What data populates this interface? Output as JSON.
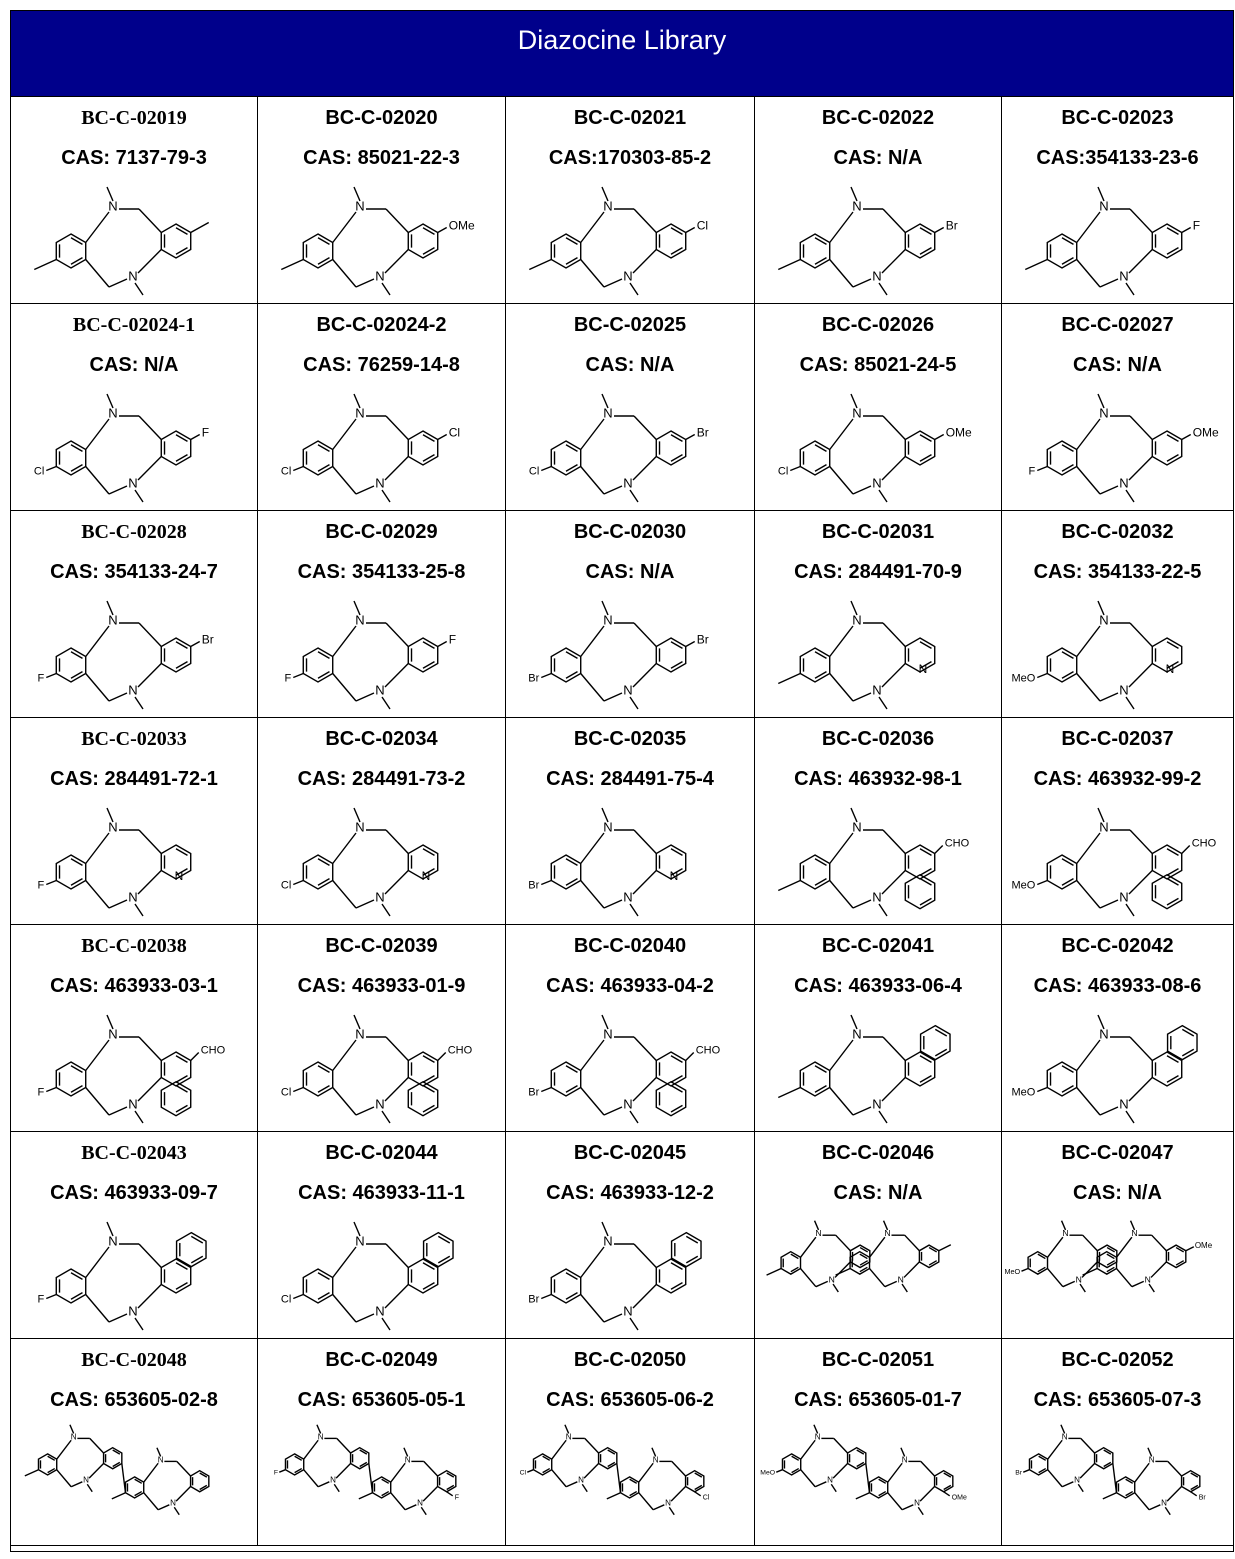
{
  "header": {
    "title": "Diazocine Library"
  },
  "compounds": [
    {
      "code": "BC-C-02019",
      "cas": "CAS: 7137-79-3",
      "left_sub": "",
      "right_sub": "",
      "fused": "benzo",
      "serif": true
    },
    {
      "code": "BC-C-02020",
      "cas": "CAS: 85021-22-3",
      "left_sub": "",
      "right_sub": "OMe",
      "fused": "benzo"
    },
    {
      "code": "BC-C-02021",
      "cas": "CAS:170303-85-2",
      "left_sub": "",
      "right_sub": "Cl",
      "fused": "benzo"
    },
    {
      "code": "BC-C-02022",
      "cas": "CAS: N/A",
      "left_sub": "",
      "right_sub": "Br",
      "fused": "benzo"
    },
    {
      "code": "BC-C-02023",
      "cas": "CAS:354133-23-6",
      "left_sub": "",
      "right_sub": "F",
      "fused": "benzo"
    },
    {
      "code": "BC-C-02024-1",
      "cas": "CAS: N/A",
      "left_sub": "Cl",
      "right_sub": "F",
      "fused": "benzo",
      "serif": true
    },
    {
      "code": "BC-C-02024-2",
      "cas": "CAS: 76259-14-8",
      "left_sub": "Cl",
      "right_sub": "Cl",
      "fused": "benzo"
    },
    {
      "code": "BC-C-02025",
      "cas": "CAS: N/A",
      "left_sub": "Cl",
      "right_sub": "Br",
      "fused": "benzo"
    },
    {
      "code": "BC-C-02026",
      "cas": "CAS: 85021-24-5",
      "left_sub": "Cl",
      "right_sub": "OMe",
      "fused": "benzo"
    },
    {
      "code": "BC-C-02027",
      "cas": "CAS: N/A",
      "left_sub": "F",
      "right_sub": "OMe",
      "fused": "benzo"
    },
    {
      "code": "BC-C-02028",
      "cas": "CAS: 354133-24-7",
      "left_sub": "F",
      "right_sub": "Br",
      "fused": "benzo",
      "serif": true
    },
    {
      "code": "BC-C-02029",
      "cas": "CAS: 354133-25-8",
      "left_sub": "F",
      "right_sub": "F",
      "fused": "benzo"
    },
    {
      "code": "BC-C-02030",
      "cas": "CAS: N/A",
      "left_sub": "Br",
      "right_sub": "Br",
      "fused": "benzo"
    },
    {
      "code": "BC-C-02031",
      "cas": "CAS: 284491-70-9",
      "left_sub": "",
      "right_sub": "N",
      "fused": "pyrido"
    },
    {
      "code": "BC-C-02032",
      "cas": "CAS: 354133-22-5",
      "left_sub": "MeO",
      "right_sub": "N",
      "fused": "pyrido"
    },
    {
      "code": "BC-C-02033",
      "cas": "CAS: 284491-72-1",
      "left_sub": "F",
      "right_sub": "N",
      "fused": "pyrido",
      "serif": true
    },
    {
      "code": "BC-C-02034",
      "cas": "CAS: 284491-73-2",
      "left_sub": "Cl",
      "right_sub": "N",
      "fused": "pyrido"
    },
    {
      "code": "BC-C-02035",
      "cas": "CAS: 284491-75-4",
      "left_sub": "Br",
      "right_sub": "N",
      "fused": "pyrido"
    },
    {
      "code": "BC-C-02036",
      "cas": "CAS: 463932-98-1",
      "left_sub": "",
      "right_sub": "CHO",
      "fused": "naphtho"
    },
    {
      "code": "BC-C-02037",
      "cas": "CAS: 463932-99-2",
      "left_sub": "MeO",
      "right_sub": "CHO",
      "fused": "naphtho"
    },
    {
      "code": "BC-C-02038",
      "cas": "CAS: 463933-03-1",
      "left_sub": "F",
      "right_sub": "CHO",
      "fused": "naphtho",
      "serif": true
    },
    {
      "code": "BC-C-02039",
      "cas": "CAS: 463933-01-9",
      "left_sub": "Cl",
      "right_sub": "CHO",
      "fused": "naphtho"
    },
    {
      "code": "BC-C-02040",
      "cas": "CAS: 463933-04-2",
      "left_sub": "Br",
      "right_sub": "CHO",
      "fused": "naphtho"
    },
    {
      "code": "BC-C-02041",
      "cas": "CAS: 463933-06-4",
      "left_sub": "",
      "right_sub": "",
      "fused": "naphtho-top"
    },
    {
      "code": "BC-C-02042",
      "cas": "CAS: 463933-08-6",
      "left_sub": "MeO",
      "right_sub": "",
      "fused": "naphtho-top"
    },
    {
      "code": "BC-C-02043",
      "cas": "CAS: 463933-09-7",
      "left_sub": "F",
      "right_sub": "",
      "fused": "naphtho-top",
      "serif": true
    },
    {
      "code": "BC-C-02044",
      "cas": "CAS: 463933-11-1",
      "left_sub": "Cl",
      "right_sub": "",
      "fused": "naphtho-top"
    },
    {
      "code": "BC-C-02045",
      "cas": "CAS: 463933-12-2",
      "left_sub": "Br",
      "right_sub": "",
      "fused": "naphtho-top"
    },
    {
      "code": "BC-C-02046",
      "cas": "CAS: N/A",
      "left_sub": "",
      "right_sub": "",
      "fused": "bis"
    },
    {
      "code": "BC-C-02047",
      "cas": "CAS: N/A",
      "left_sub": "MeO",
      "right_sub": "OMe",
      "fused": "bis"
    },
    {
      "code": "BC-C-02048",
      "cas": "CAS: 653605-02-8",
      "left_sub": "",
      "right_sub": "",
      "fused": "dimer",
      "serif": true
    },
    {
      "code": "BC-C-02049",
      "cas": "CAS: 653605-05-1",
      "left_sub": "F",
      "right_sub": "F",
      "fused": "dimer"
    },
    {
      "code": "BC-C-02050",
      "cas": "CAS: 653605-06-2",
      "left_sub": "Cl",
      "right_sub": "Cl",
      "fused": "dimer"
    },
    {
      "code": "BC-C-02051",
      "cas": "CAS: 653605-01-7",
      "left_sub": "MeO",
      "right_sub": "OMe",
      "fused": "dimer"
    },
    {
      "code": "BC-C-02052",
      "cas": "CAS: 653605-07-3",
      "left_sub": "Br",
      "right_sub": "Br",
      "fused": "dimer"
    }
  ]
}
